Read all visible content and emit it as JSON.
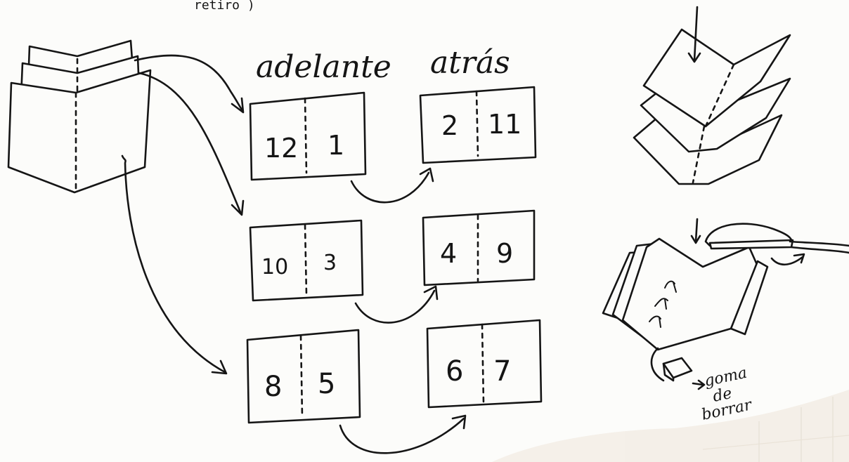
{
  "top_note": "retiro )",
  "headers": {
    "front": "adelante",
    "back": "atrás"
  },
  "sheets": [
    {
      "front": {
        "left": "12",
        "right": "1"
      },
      "back": {
        "left": "2",
        "right": "11"
      }
    },
    {
      "front": {
        "left": "10",
        "right": "3"
      },
      "back": {
        "left": "4",
        "right": "9"
      }
    },
    {
      "front": {
        "left": "8",
        "right": "5"
      },
      "back": {
        "left": "6",
        "right": "7"
      }
    }
  ],
  "binding_note": {
    "line1": "goma",
    "line2": "de",
    "line3": "borrar"
  }
}
